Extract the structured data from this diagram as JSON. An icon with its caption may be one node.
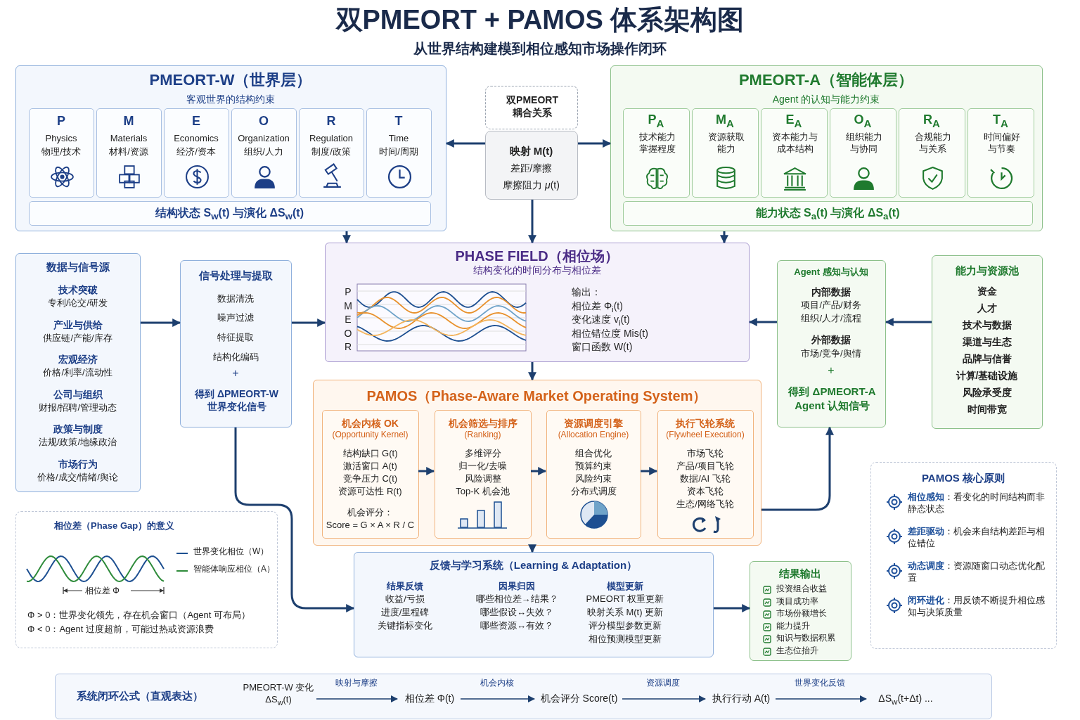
{
  "diagram": {
    "title": "双PMEORT + PAMOS 体系架构图",
    "nodes": [
      {
        "text": [
          "PMEORT-W（世界层）",
          "客观世界的结构约束"
        ]
      },
      {
        "text": [
          "P",
          "Physics",
          "物理/技术"
        ],
        "in": 0
      },
      {
        "text": [
          "M",
          "Materials",
          "材料/资源"
        ],
        "in": 0
      },
      {
        "text": [
          "E",
          "Economics",
          "经济/资本"
        ],
        "in": 0
      },
      {
        "text": [
          "O",
          "Organization",
          "组织/人力"
        ],
        "in": 0
      },
      {
        "text": [
          "R",
          "Regulation",
          "制度/政策"
        ],
        "in": 0
      },
      {
        "text": [
          "T",
          "Time",
          "时间/周期"
        ],
        "in": 0
      },
      {
        "text": [
          "结构状态 S$_{w}$(t) 与演化 ΔS$_{w}$(t)"
        ],
        "in": 0
      },
      {
        "text": [
          "双PMEORT 耦合关系"
        ]
      },
      {
        "text": [
          "映射 M(t)",
          "差距/摩擦",
          "摩擦阻力 *μ*(t)"
        ]
      },
      {
        "text": [
          "PMEORT-A（智能体层）",
          "Agent 的认知与能力约束"
        ]
      },
      {
        "text": [
          "P$_{A}$",
          "技术能力掌握程度"
        ],
        "in": 10
      },
      {
        "text": [
          "M$_{A}$",
          "资源获取能力"
        ],
        "in": 10
      },
      {
        "text": [
          "E$_{A}$",
          "资本能力与成本结构"
        ],
        "in": 10
      },
      {
        "text": [
          "O$_{A}$",
          "组织能力与协同"
        ],
        "in": 10
      },
      {
        "text": [
          "R$_{A}$",
          "合规能力与关系"
        ],
        "in": 10
      },
      {
        "text": [
          "T$_{A}$",
          "时间偏好与节奏"
        ],
        "in": 10
      },
      {
        "text": [
          "能力状态 S$_{a}$(t) 与演化 ΔS$_{a}$(t)"
        ],
        "in": 10
      },
      {
        "text": [
          "数据与信号源",
          "技术突破",
          "专利/论交/研发",
          "产业与供给",
          "供应链/产能/库存",
          "宏观经济",
          "价格/利率/流动性",
          "公司与组织",
          "财报/招聘/管理动态",
          "政策与制度",
          "法规/政策/地缘政治",
          "市场行为",
          "价格/成交/情绪/舆论"
        ]
      },
      {
        "text": [
          "信号处理与提取",
          "数据清洗",
          "噪声过滤",
          "特征提取",
          "结构化编码",
          "+",
          "得到 ΔPMEORT-W 世界变化信号"
        ]
      },
      {
        "text": [
          "PHASE FIELD（相位场）",
          "结构变化的时间分布与相位差",
          "P",
          "M",
          "E",
          "O",
          "R",
          "输出：",
          "相位差 Φ$_{i}$(t)",
          "变化速度 v$_{i}$(t)",
          "相位错位度 Mis(t)",
          "窗口函数 W(t)"
        ]
      },
      {
        "text": [
          "PAMOS（Phase-Aware Market Operating System）"
        ]
      },
      {
        "text": [
          "机会内核 OK",
          "(Opportunity Kernel)",
          "结构缺口 G(t)",
          "激活窗口 A(t)",
          "竞争压力 C(t)",
          "资源可达性 R(t)",
          "机会评分：",
          "Score = G × A × R / C"
        ],
        "in": 21
      },
      {
        "text": [
          "机会筛选与排序",
          "(Ranking)",
          "多维评分",
          "归一化/去噪",
          "风险调整",
          "Top-K 机会池"
        ],
        "in": 21
      },
      {
        "text": [
          "资源调度引擎",
          "(Allocation Engine)",
          "组合优化",
          "预算约束",
          "风险约束",
          "分布式调度"
        ],
        "in": 21
      },
      {
        "text": [
          "执行飞轮系统",
          "(Flywheel Execution)",
          "市场飞轮",
          "产品/项目飞轮",
          "数据/AI 飞轮",
          "资本飞轮",
          "生态/网络飞轮"
        ],
        "in": 21
      },
      {
        "text": [
          "Agent 感知与认知",
          "内部数据",
          "项目/产品/财务",
          "组织/人才/流程",
          "外部数据",
          "市场/竞争/舆情",
          "+",
          "得到 ΔPMEORT-A Agent 认知信号"
        ]
      },
      {
        "text": [
          "能力与资源池",
          "资金",
          "人才",
          "技术与数据",
          "渠道与生态",
          "品牌与信誉",
          "计算/基础设施",
          "风险承受度",
          "时间带宽"
        ]
      },
      {
        "text": [
          "相位差（Phase Gap）的意义",
          "世界变化相位（W）",
          "智能体响应相位（A）",
          "相位差 Φ",
          "Φ > 0：世界变化领先，存在机会窗口（Agent 可布局）",
          "Φ < 0：Agent 过度超前，可能过热或资源浪费"
        ]
      },
      {
        "text": [
          "反馈与学习系统（Learning & Adaptation）",
          "结果反馈",
          "收益/亏损",
          "进度/里程碑",
          "关键指标变化",
          "因果归因",
          "哪些相位差→结果？",
          "哪些假设↔失效？",
          "哪些资源↔有效？",
          "模型更新",
          "PMEORT 权重更新",
          "映射关系 M(t) 更新",
          "评分模型参数更新",
          "相位预测模型更新"
        ]
      },
      {
        "text": [
          "结果输出",
          "投资组合收益",
          "项目成功率",
          "市场份额增长",
          "能力提升",
          "知识与数据积累",
          "生态位抬升"
        ]
      },
      {
        "text": [
          "PAMOS 核心原则",
          "**相位感知**：看变化的时间结构而非静态状态",
          "**差距驱动**：机会来自结构差距与相位错位",
          "**动态调度**：资源随窗口动态优化配置",
          "**闭环进化**：用反馈不断提升相位感知与决策质量"
        ]
      },
      {
        "text": [
          "系统闭环公式（直观表达）"
        ]
      },
      {
        "text": [
          "PMEORT-W 变化 ΔS$_{w}$(t)"
        ],
        "in": 32
      },
      {
        "text": [
          "相位差 Φ(t)"
        ],
        "in": 32
      },
      {
        "text": [
          "机会评分 Score(t)"
        ],
        "in": 32
      },
      {
        "text": [
          "执行行动 A(t)"
        ],
        "in": 32
      },
      {
        "text": [
          "ΔS$_{w}$(t+Δt) ..."
        ],
        "in": 32
      }
    ],
    "edges": [
      {
        "from": 9,
        "to": 0,
        "arrow": "to"
      },
      {
        "from": 9,
        "to": 10,
        "arrow": "to"
      },
      {
        "from": 9,
        "to": 20,
        "arrow": "to"
      },
      {
        "from": 0,
        "to": 20,
        "arrow": "to"
      },
      {
        "from": 10,
        "to": 20,
        "arrow": "to"
      },
      {
        "from": 18,
        "to": 19,
        "arrow": "to"
      },
      {
        "from": 19,
        "to": 20,
        "arrow": "to"
      },
      {
        "from": 26,
        "to": 20,
        "arrow": "to"
      },
      {
        "from": 27,
        "to": 26,
        "arrow": "to"
      },
      {
        "from": 20,
        "to": 21,
        "arrow": "to"
      },
      {
        "from": 22,
        "to": 23,
        "arrow": "to"
      },
      {
        "from": 23,
        "to": 24,
        "arrow": "to"
      },
      {
        "from": 24,
        "to": 25,
        "arrow": "to"
      },
      {
        "from": 21,
        "to": 26,
        "arrow": "to"
      },
      {
        "from": 19,
        "to": 29,
        "arrow": "to"
      },
      {
        "from": 21,
        "to": 29,
        "arrow": "to"
      },
      {
        "from": 29,
        "to": 30,
        "arrow": "to"
      },
      {
        "from": 33,
        "to": 34,
        "arrow": "to",
        "label": "映射与摩擦"
      },
      {
        "from": 34,
        "to": 35,
        "arrow": "to",
        "label": "机会内核"
      },
      {
        "from": 35,
        "to": 36,
        "arrow": "to",
        "label": "资源调度"
      },
      {
        "from": 36,
        "to": 37,
        "arrow": "to",
        "label": "世界变化反馈"
      }
    ],
    "labels": [
      "从世界结构建模到相位感知市场操作闭环"
    ]
  }
}
